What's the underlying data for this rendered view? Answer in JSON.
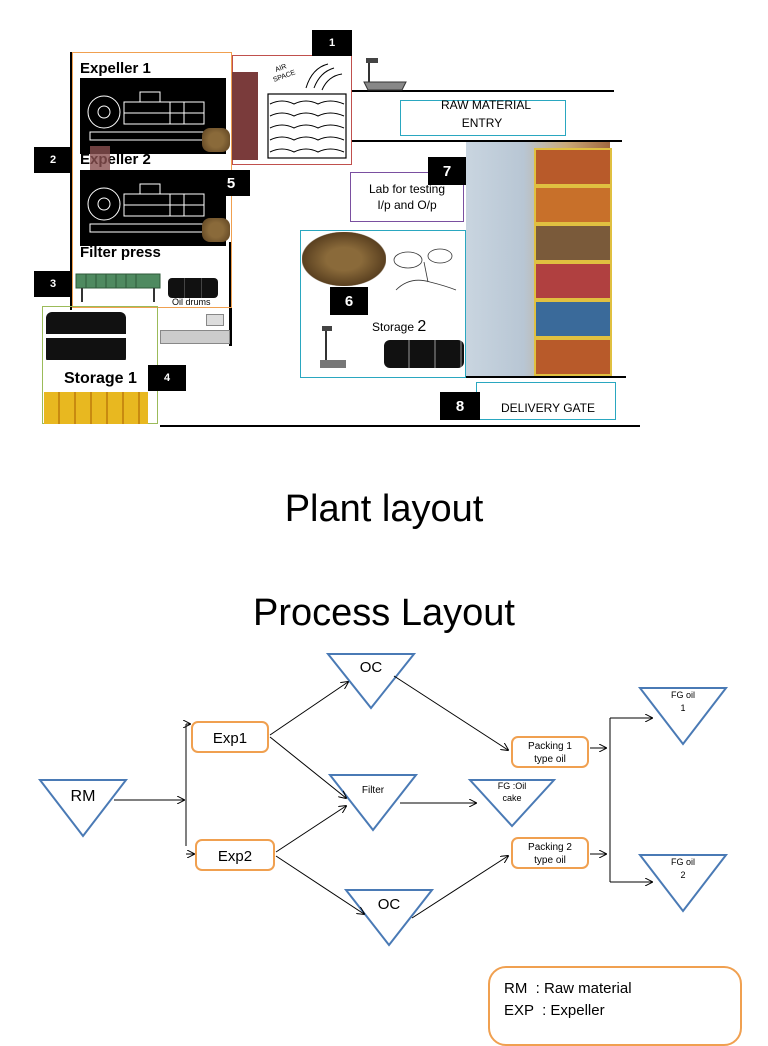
{
  "plant": {
    "expeller1": "Expeller 1",
    "expeller2": "Expeller 2",
    "filter_press": "Filter press",
    "oil_drums": "Oil drums",
    "storage1": "Storage 1",
    "storage2": "Storage",
    "storage2_num": "2",
    "raw_material_entry_line1": "RAW MATERIAL",
    "raw_material_entry_line2": "ENTRY",
    "lab_line1": "Lab for testing",
    "lab_line2": "I/p and O/p",
    "delivery_gate": "DELIVERY GATE",
    "markers": [
      "1",
      "2",
      "3",
      "4",
      "5",
      "6",
      "7",
      "8"
    ]
  },
  "titles": {
    "plant_layout": "Plant layout",
    "process_layout": "Process Layout"
  },
  "process": {
    "rm": "RM",
    "exp1": "Exp1",
    "exp2": "Exp2",
    "oc_top": "OC",
    "oc_bottom": "OC",
    "filter": "Filter",
    "fg_cake_line1": "FG :Oil",
    "fg_cake_line2": "cake",
    "packing1_line1": "Packing 1",
    "packing1_line2": "type oil",
    "packing2_line1": "Packing 2",
    "packing2_line2": "type oil",
    "fg_oil1_line1": "FG oil",
    "fg_oil1_line2": "1",
    "fg_oil2_line1": "FG oil",
    "fg_oil2_line2": "2"
  },
  "legend": {
    "rm": "RM  : Raw material",
    "exp": "EXP  : Expeller"
  },
  "colors": {
    "triangle_stroke": "#4a7ab5",
    "box_stroke": "#f0a050",
    "teal_box": "#2aa7c0",
    "lab_box": "#7a4fa0",
    "red_box": "#c0504d"
  }
}
